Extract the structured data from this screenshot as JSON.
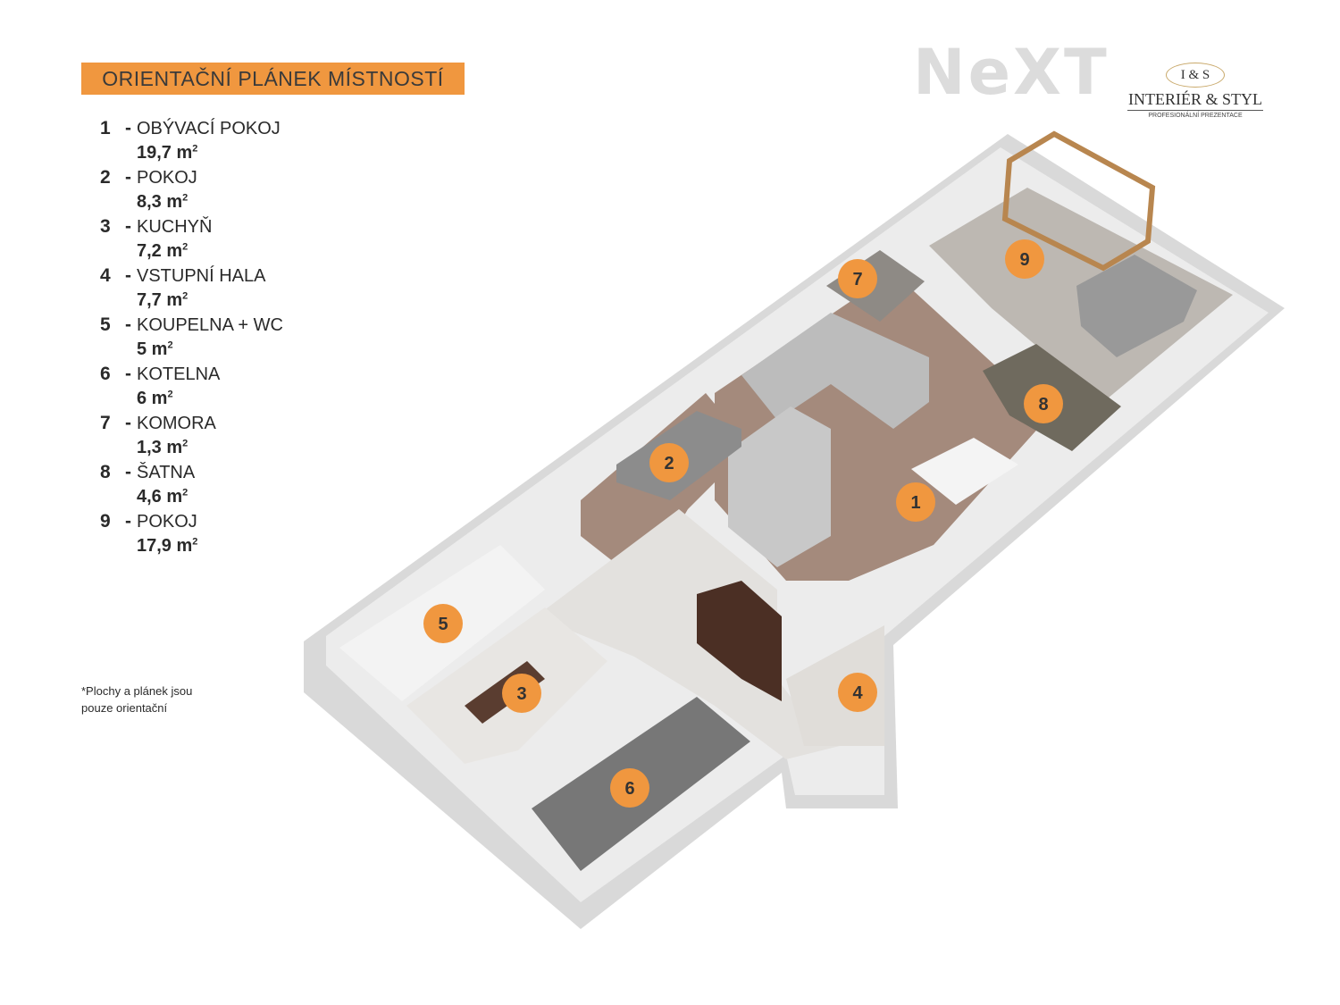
{
  "title": "ORIENTAČNÍ PLÁNEK MÍSTNOSTÍ",
  "rooms": [
    {
      "number": "1",
      "name": "OBÝVACÍ POKOJ",
      "area": "19,7 m",
      "unit_sup": "2"
    },
    {
      "number": "2",
      "name": "POKOJ",
      "area": "8,3 m",
      "unit_sup": "2"
    },
    {
      "number": "3",
      "name": "KUCHYŇ",
      "area": "7,2 m",
      "unit_sup": "2"
    },
    {
      "number": "4",
      "name": "VSTUPNÍ HALA",
      "area": "7,7 m",
      "unit_sup": "2"
    },
    {
      "number": "5",
      "name": "KOUPELNA + WC",
      "area": "5 m",
      "unit_sup": "2"
    },
    {
      "number": "6",
      "name": "KOTELNA",
      "area": "6 m",
      "unit_sup": "2"
    },
    {
      "number": "7",
      "name": "KOMORA",
      "area": "1,3 m",
      "unit_sup": "2"
    },
    {
      "number": "8",
      "name": "ŠATNA",
      "area": "4,6 m",
      "unit_sup": "2"
    },
    {
      "number": "9",
      "name": "POKOJ",
      "area": "17,9 m",
      "unit_sup": "2"
    }
  ],
  "note": "*Plochy  a plánek jsou pouze orientační",
  "logo_next": "NeXT",
  "logo_is": {
    "monogram": "I & S",
    "brand": "INTERIÉR & STYL",
    "tagline": "PROFESIONÁLNÍ PREZENTACE"
  },
  "colors": {
    "accent": "#f0973f",
    "floor_wood": "#a48a7c",
    "floor_tile": "#e3e1de",
    "wall": "#e6e6e6",
    "boiler_floor": "#777777"
  },
  "plan_badges": [
    "1",
    "2",
    "3",
    "4",
    "5",
    "6",
    "7",
    "8",
    "9"
  ]
}
